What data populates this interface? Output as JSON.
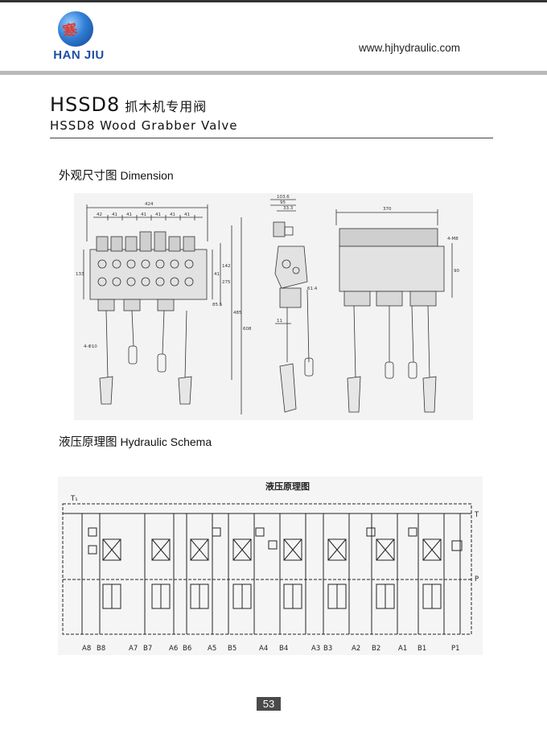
{
  "header": {
    "logo_glyph": "寒",
    "logo_text": "HAN JIU",
    "website": "www.hjhydraulic.com"
  },
  "title": {
    "model": "HSSD8",
    "cn_name": "抓木机专用阀",
    "en_name": "HSSD8 Wood Grabber Valve"
  },
  "dimension_section": {
    "cn_label": "外观尺寸图",
    "en_label": "Dimension",
    "dims": {
      "total_width": "424",
      "pitch": "41",
      "pitch_first": "42",
      "left_height": "133",
      "h142": "142",
      "h275": "275",
      "h485": "485",
      "h608": "608",
      "h85_5": "85.5",
      "h41": "41",
      "bolt": "4-Φ10",
      "side_103_6": "103.6",
      "side_95": "95",
      "side_33_3": "33.3",
      "side_61_4": "61.4",
      "side_11": "11",
      "back_width": "370",
      "back_thread": "4-M8",
      "back_90": "90"
    }
  },
  "schema_section": {
    "cn_label": "液压原理图",
    "en_label": "Hydraulic Schema",
    "drawing_title": "液压原理图",
    "port_t1": "T₁",
    "port_t": "T",
    "port_p": "P",
    "bottom_ports": [
      "A8",
      "B8",
      "A7",
      "B7",
      "A6",
      "B6",
      "A5",
      "B5",
      "A4",
      "B4",
      "A3",
      "B3",
      "A2",
      "B2",
      "A1",
      "B1",
      "P1"
    ]
  },
  "footer": {
    "page_number": "53"
  }
}
